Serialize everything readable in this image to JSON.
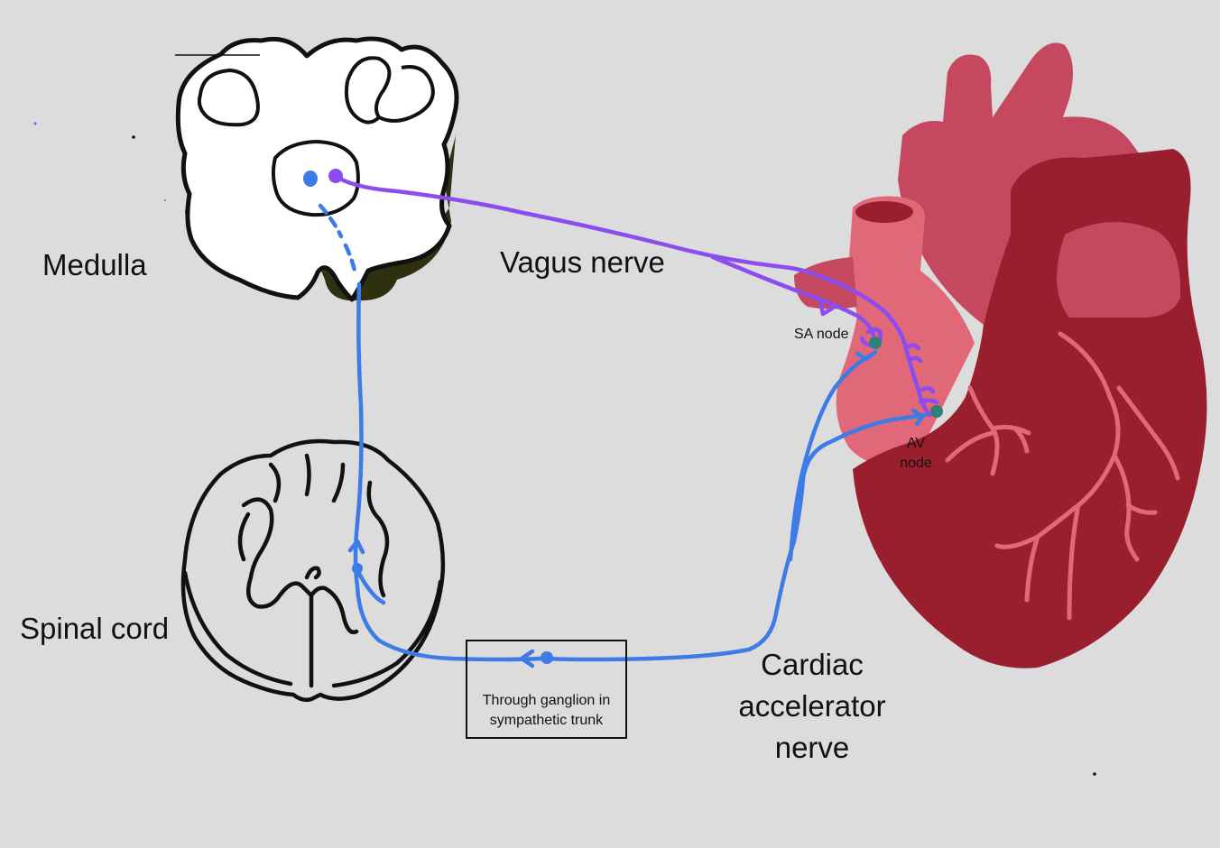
{
  "labels": {
    "medulla": "Medulla",
    "spinal_cord": "Spinal cord",
    "vagus_nerve": "Vagus nerve",
    "sa_node": "SA node",
    "av_node_line1": "AV",
    "av_node_line2": "node",
    "cardiac_line1": "Cardiac",
    "cardiac_line2": "accelerator",
    "cardiac_line3": "nerve",
    "ganglion": "Through ganglion in sympathetic trunk"
  },
  "colors": {
    "background": "#dcdcdc",
    "vagus": "#8b4cf0",
    "sympathetic": "#3d7be6",
    "heart_light": "#c5485f",
    "heart_dark": "#9a1f2e",
    "heart_pink": "#e06878",
    "node_dot": "#2f7f7a",
    "medulla_shadow": "#2e3010"
  }
}
